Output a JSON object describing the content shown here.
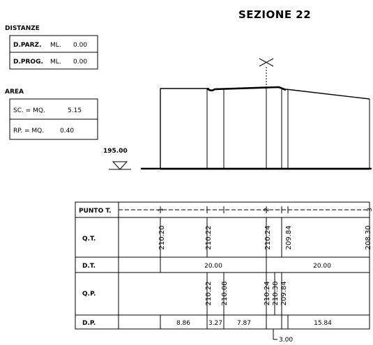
{
  "title": "SEZIONE 22",
  "distanze": {
    "heading": "DISTANZE",
    "parziale": {
      "label": "D.PARZ.",
      "unit": "ML.",
      "value": "0.00"
    },
    "progressiva": {
      "label": "D.PROG.",
      "unit": "ML.",
      "value": "0.00"
    }
  },
  "area": {
    "heading": "AREA",
    "scavo": {
      "label": "SC. = MQ.",
      "value": "5.15"
    },
    "riporto": {
      "label": "RP. = MQ.",
      "value": "0.40"
    }
  },
  "datum": {
    "label": "195.00"
  },
  "table": {
    "row_labels": {
      "punto": "PUNTO T.",
      "qt": "Q.T.",
      "dt": "D.T.",
      "qp": "Q.P.",
      "dp": "D.P."
    },
    "punto_marks": [
      "1",
      "2",
      "3"
    ],
    "qt_values": [
      "210.20",
      "210.22",
      "210.24",
      "209.84",
      "208.30"
    ],
    "dt_values": [
      "20.00",
      "20.00"
    ],
    "qp_values": [
      "210.22",
      "210.08",
      "210.24",
      "210.30",
      "209.84"
    ],
    "dp_values": [
      "8.86",
      "3.27",
      "7.87",
      "15.84"
    ],
    "dp_callout": "3.00"
  }
}
